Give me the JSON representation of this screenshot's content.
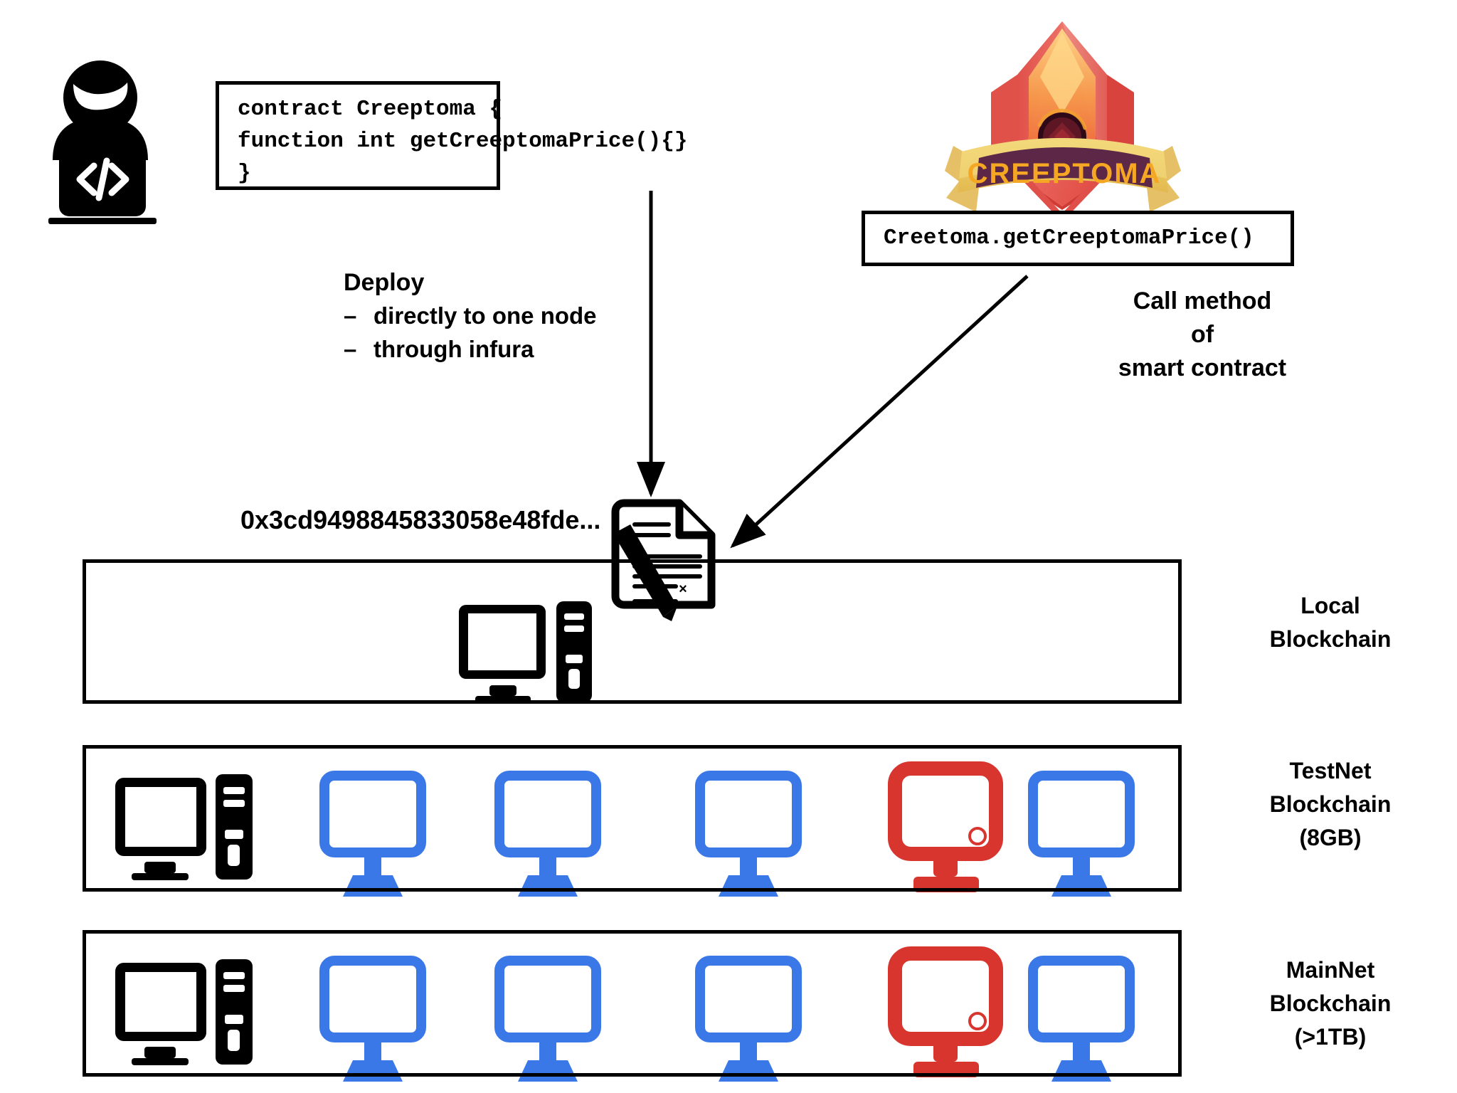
{
  "diagram": {
    "title": "Smart contract deployment across blockchains",
    "background": "#ffffff"
  },
  "developer": {
    "icon": "developer-laptop-icon"
  },
  "contract_code": {
    "lines": [
      "contract Creeptoma {",
      "function int getCreeptomaPrice(){}",
      "}"
    ],
    "text": "contract Creeptoma {\nfunction int getCreeptomaPrice(){}\n}"
  },
  "deploy": {
    "title": "Deploy",
    "bullets": [
      "directly to one node",
      "through infura"
    ],
    "dash": "–"
  },
  "logo": {
    "name": "CREEPTOMA",
    "banner_color": "#edc95a",
    "plate_color": "#5d2747",
    "letter_color": "#f5a623",
    "crystal_color": "#e8534a",
    "gem_color": "#3d1020"
  },
  "call_code": {
    "text": "Creetoma.getCreeptomaPrice()"
  },
  "call_label": {
    "text": "Call method\nof\nsmart contract"
  },
  "contract_doc": {
    "hash": "0x3cd9498845833058e48fde...",
    "icon": "signed-contract-document-icon"
  },
  "arrows": {
    "deploy_arrow": "deploy-arrow-down",
    "call_arrow": "call-arrow-diagonal"
  },
  "chains": [
    {
      "id": "local",
      "label": "Local\nBlockchain",
      "nodes": [
        {
          "type": "desktop",
          "color": "#000000"
        }
      ]
    },
    {
      "id": "testnet",
      "label": "TestNet\nBlockchain\n(8GB)",
      "nodes": [
        {
          "type": "desktop",
          "color": "#000000"
        },
        {
          "type": "monitor",
          "color": "#3b78e7"
        },
        {
          "type": "monitor",
          "color": "#3b78e7"
        },
        {
          "type": "monitor",
          "color": "#3b78e7"
        },
        {
          "type": "monitor-alert",
          "color": "#d8352f"
        },
        {
          "type": "monitor",
          "color": "#3b78e7"
        }
      ]
    },
    {
      "id": "mainnet",
      "label": "MainNet\nBlockchain\n(>1TB)",
      "nodes": [
        {
          "type": "desktop",
          "color": "#000000"
        },
        {
          "type": "monitor",
          "color": "#3b78e7"
        },
        {
          "type": "monitor",
          "color": "#3b78e7"
        },
        {
          "type": "monitor",
          "color": "#3b78e7"
        },
        {
          "type": "monitor-alert",
          "color": "#d8352f"
        },
        {
          "type": "monitor",
          "color": "#3b78e7"
        }
      ]
    }
  ],
  "colors": {
    "blue_node": "#3b78e7",
    "red_node": "#d8352f",
    "black": "#000000"
  }
}
